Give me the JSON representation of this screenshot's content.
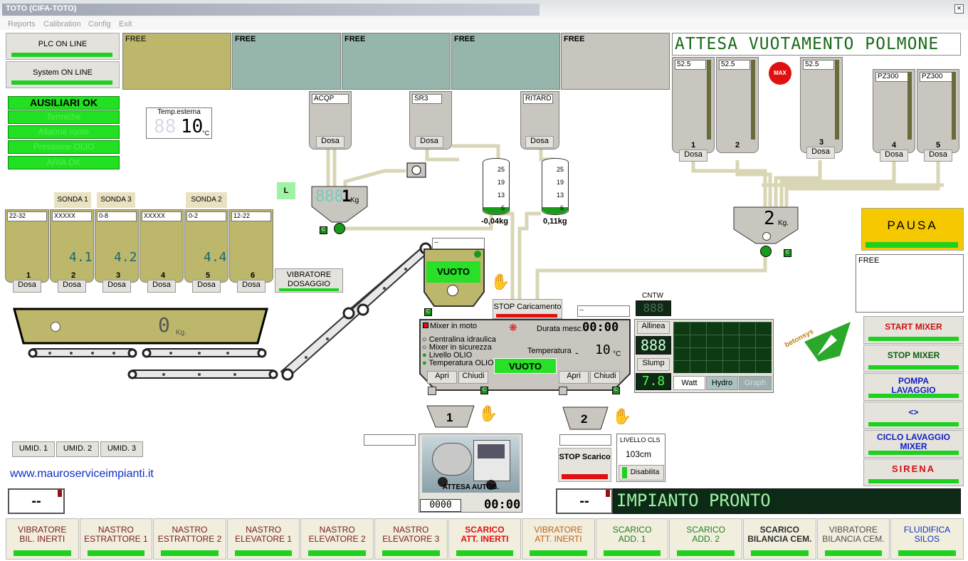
{
  "window": {
    "title": "TOTO (CIFA-TOTO)",
    "close": "×"
  },
  "menu": [
    "Reports",
    "Calibration",
    "Config",
    "Exit"
  ],
  "status": {
    "plc": "PLC ON LINE",
    "system": "System ON LINE"
  },
  "aux": [
    "AUSILIARI OK",
    "Termiche",
    "Allarme ruote",
    "Pressione OLIO",
    "ARIA OK"
  ],
  "silos_top": [
    "FREE",
    "FREE",
    "FREE",
    "FREE",
    "FREE"
  ],
  "temp": {
    "label": "Temp.esterna",
    "value": "10",
    "unit": "°C",
    "ghost": "88"
  },
  "message_top": "ATTESA VUOTAMENTO POLMONE",
  "additive_hoppers": [
    {
      "name": "ACQP",
      "btn": "Dosa"
    },
    {
      "name": "SR3",
      "btn": "Dosa"
    },
    {
      "name": "RITARD",
      "btn": "Dosa"
    }
  ],
  "cement_hoppers": [
    {
      "grade": "52.5",
      "num": "1",
      "btn": "Dosa"
    },
    {
      "grade": "52.5",
      "num": "2",
      "btn": ""
    },
    {
      "grade": "52.5",
      "num": "3",
      "btn": "Dosa"
    },
    {
      "grade": "PZ300",
      "num": "4",
      "btn": "Dosa"
    },
    {
      "grade": "PZ300",
      "num": "5",
      "btn": "Dosa"
    }
  ],
  "max_label": "MAX",
  "scale_additive": {
    "value": "1",
    "unit": "Kg",
    "ghost": "888"
  },
  "cylinders": [
    {
      "ticks": [
        "25",
        "19",
        "13",
        "6"
      ],
      "value": "-0,04kg"
    },
    {
      "ticks": [
        "25",
        "19",
        "13",
        "6"
      ],
      "value": "0,11kg"
    }
  ],
  "cement_scale": {
    "value": "2",
    "unit": "Kg."
  },
  "l_box": "L",
  "c_label": "C",
  "pausa": "PAUSA",
  "free_note": "FREE",
  "sonda_labels": [
    "SONDA 1",
    "SONDA 3",
    "SONDA 2"
  ],
  "aggregate_bins": [
    {
      "grade": "22-32",
      "num": "1",
      "btn": "Dosa",
      "hum": ""
    },
    {
      "grade": "XXXXX",
      "num": "2",
      "btn": "Dosa",
      "hum": "4.1"
    },
    {
      "grade": "0-8",
      "num": "3",
      "btn": "Dosa",
      "hum": "4.2"
    },
    {
      "grade": "XXXXX",
      "num": "4",
      "btn": "Dosa",
      "hum": ""
    },
    {
      "grade": "0-2",
      "num": "5",
      "btn": "Dosa",
      "hum": "4.4"
    },
    {
      "grade": "12-22",
      "num": "6",
      "btn": "Dosa",
      "hum": ""
    }
  ],
  "vibratore": "VIBRATORE DOSAGGIO",
  "aggregate_scale": {
    "value": "0",
    "unit": "Kg."
  },
  "skip": {
    "status": "VUOTO",
    "field": "--"
  },
  "stop_caricamento": "STOP Caricamento",
  "mixer": {
    "in_moto": "Mixer in moto",
    "durata_label": "Durata mesc.",
    "durata": "00:00",
    "checks": [
      "Centralina idraulica",
      "Mixer in sicurezza",
      "Livello OLIO",
      "Temperatura OLIO"
    ],
    "temp_label": "Temperatura",
    "temp_value": "10",
    "temp_unit": "°C",
    "temp_sign": "-",
    "status": "VUOTO",
    "apri": "Apri",
    "chiudi": "Chiudi",
    "field": "--"
  },
  "cntw": {
    "label": "CNTW",
    "ghost": "888",
    "allinea": "Allinea",
    "slump": "Slump",
    "val1": "888",
    "val2": "7.8"
  },
  "graph_tabs": [
    "Watt",
    "Hydro",
    "Graph"
  ],
  "logo": "betonsys",
  "right_buttons": [
    {
      "label": "START MIXER",
      "color": "#d01010"
    },
    {
      "label": "STOP MIXER",
      "color": "#106010"
    },
    {
      "label": "POMPA LAVAGGIO",
      "color": "#1020c0"
    },
    {
      "label": "<>",
      "color": "#1020c0"
    },
    {
      "label": "CICLO LAVAGGIO MIXER",
      "color": "#1020c0"
    },
    {
      "label": "SIRENA",
      "color": "#d01010"
    }
  ],
  "discharge": [
    {
      "num": "1"
    },
    {
      "num": "2"
    }
  ],
  "truck": {
    "label": "ATTESA AUTOB.",
    "count": "0000",
    "time": "00:00"
  },
  "stop_scarico": "STOP Scarico",
  "livello": {
    "label": "LIVELLO CLS",
    "value": "103cm",
    "btn": "Disabilita"
  },
  "umid": [
    "UMID. 1",
    "UMID. 2",
    "UMID. 3"
  ],
  "url": "www.mauroserviceimpianti.it",
  "small_display": "--",
  "small_display2": "--",
  "message_bottom": "IMPIANTO PRONTO",
  "bottom_buttons": [
    {
      "l1": "VIBRATORE",
      "l2": "BIL. INERTI",
      "color": "#7a2020",
      "bold": false
    },
    {
      "l1": "NASTRO",
      "l2": "ESTRATTORE 1",
      "color": "#7a2020",
      "bold": false
    },
    {
      "l1": "NASTRO",
      "l2": "ESTRATTORE 2",
      "color": "#7a2020",
      "bold": false
    },
    {
      "l1": "NASTRO",
      "l2": "ELEVATORE 1",
      "color": "#7a2020",
      "bold": false
    },
    {
      "l1": "NASTRO",
      "l2": "ELEVATORE 2",
      "color": "#7a2020",
      "bold": false
    },
    {
      "l1": "NASTRO",
      "l2": "ELEVATORE 3",
      "color": "#7a2020",
      "bold": false
    },
    {
      "l1": "SCARICO",
      "l2": "ATT. INERTI",
      "color": "#e01010",
      "bold": true
    },
    {
      "l1": "VIBRATORE",
      "l2": "ATT. INERTI",
      "color": "#c06010",
      "bold": false
    },
    {
      "l1": "SCARICO",
      "l2": "ADD. 1",
      "color": "#208020",
      "bold": false
    },
    {
      "l1": "SCARICO",
      "l2": "ADD. 2",
      "color": "#208020",
      "bold": false
    },
    {
      "l1": "SCARICO",
      "l2": "BILANCIA CEM.",
      "color": "#303030",
      "bold": true
    },
    {
      "l1": "VIBRATORE",
      "l2": "BILANCIA CEM.",
      "color": "#505050",
      "bold": false
    },
    {
      "l1": "FLUIDIFICA",
      "l2": "SILOS",
      "color": "#1030c0",
      "bold": false
    }
  ]
}
